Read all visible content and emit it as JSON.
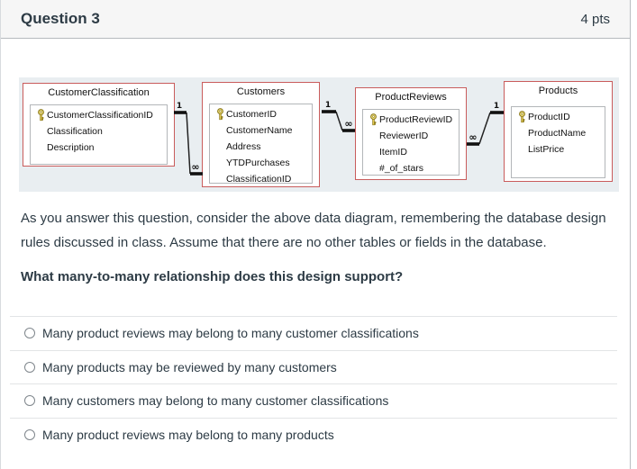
{
  "header": {
    "title": "Question 3",
    "points": "4 pts"
  },
  "diagram": {
    "tables": [
      {
        "title": "CustomerClassification",
        "fields": [
          {
            "name": "CustomerClassificationID",
            "key": true
          },
          {
            "name": "Classification",
            "key": false
          },
          {
            "name": "Description",
            "key": false
          }
        ]
      },
      {
        "title": "Customers",
        "fields": [
          {
            "name": "CustomerID",
            "key": true
          },
          {
            "name": "CustomerName",
            "key": false
          },
          {
            "name": "Address",
            "key": false
          },
          {
            "name": "YTDPurchases",
            "key": false
          },
          {
            "name": "ClassificationID",
            "key": false
          }
        ]
      },
      {
        "title": "ProductReviews",
        "fields": [
          {
            "name": "ProductReviewID",
            "key": true
          },
          {
            "name": "ReviewerID",
            "key": false
          },
          {
            "name": "ItemID",
            "key": false
          },
          {
            "name": "#_of_stars",
            "key": false
          }
        ]
      },
      {
        "title": "Products",
        "fields": [
          {
            "name": "ProductID",
            "key": true
          },
          {
            "name": "ProductName",
            "key": false
          },
          {
            "name": "ListPrice",
            "key": false
          }
        ]
      }
    ],
    "relationships": [
      {
        "from": "CustomerClassification",
        "to": "Customers",
        "one_label": "1",
        "many_label": "∞"
      },
      {
        "from": "Customers",
        "to": "ProductReviews",
        "one_label": "1",
        "many_label": "∞"
      },
      {
        "from": "Products",
        "to": "ProductReviews",
        "one_label": "1",
        "many_label": "∞"
      }
    ]
  },
  "question": {
    "paragraph": "As you answer this question, consider the above data diagram, remembering the database design rules discussed in class. Assume that there are no other tables or fields in the database.",
    "prompt": "What many-to-many relationship does this design support?"
  },
  "options": [
    {
      "label": "Many product reviews may belong to many customer classifications",
      "selected": false
    },
    {
      "label": "Many products may be reviewed by many customers",
      "selected": false
    },
    {
      "label": "Many customers may belong to many customer classifications",
      "selected": false
    },
    {
      "label": "Many product reviews may belong to many products",
      "selected": false
    }
  ],
  "colors": {
    "table_border": "#c95c5c",
    "panel_bg": "#e9eef1",
    "header_bg": "#f6f6f6",
    "text": "#2d3b45",
    "key_icon_gold": "#e3c94f"
  }
}
